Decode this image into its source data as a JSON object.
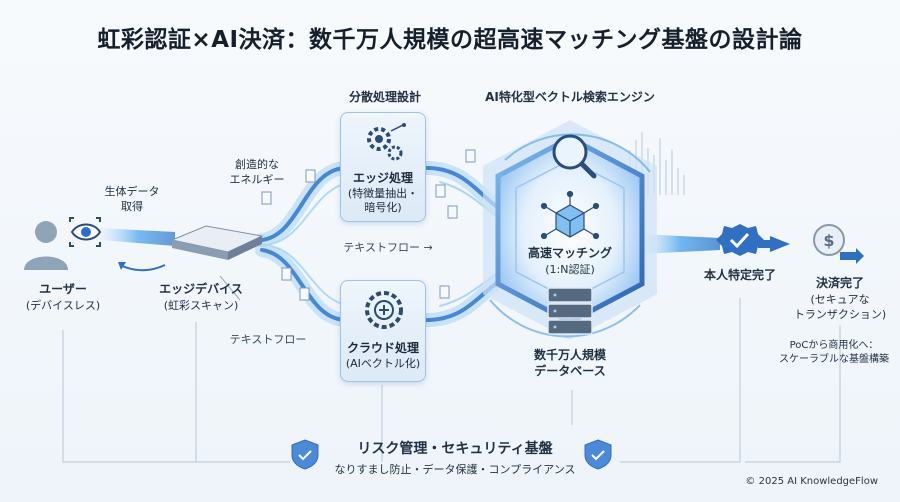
{
  "title": "虹彩認証×AI決済：数千万人規模の超高速マッチング基盤の設計論",
  "user": {
    "name": "ユーザー",
    "sub": "(デバイスレス)"
  },
  "bio_data": {
    "line1": "生体データ",
    "line2": "取得"
  },
  "device": {
    "name": "エッジデバイス",
    "sub": "(虹彩スキャン)"
  },
  "creative_energy": {
    "line1": "創造的な",
    "line2": "エネルギー"
  },
  "text_flow_mid": "テキストフロー →",
  "text_flow_low": "テキストフロー",
  "distributed": {
    "heading": "分散処理設計"
  },
  "edge_processing": {
    "title": "エッジ処理",
    "line1": "(特徴量抽出・",
    "line2": "暗号化)"
  },
  "cloud_processing": {
    "title": "クラウド処理",
    "line1": "(AIベクトル化)"
  },
  "engine": {
    "heading": "AI特化型ベクトル検索エンジン",
    "title": "高速マッチング",
    "sub": "(1:N認証)"
  },
  "database": {
    "line1": "数千万人規模",
    "line2": "データベース"
  },
  "identified": "本人特定完了",
  "payment": {
    "title": "決済完了",
    "line1": "(セキュアな",
    "line2": "トランザクション)"
  },
  "commercial": {
    "line1": "PoCから商用化へ：",
    "line2": "スケーラブルな基盤構築"
  },
  "security": {
    "title": "リスク管理・セキュリティ基盤",
    "sub": "なりすまし防止・データ保護・コンプライアンス"
  },
  "copyright": "© 2025 AI KnowledgeFlow",
  "colors": {
    "accent": "#2f6fc4",
    "glow": "#5fb0f0",
    "dark": "#1d4f91"
  }
}
